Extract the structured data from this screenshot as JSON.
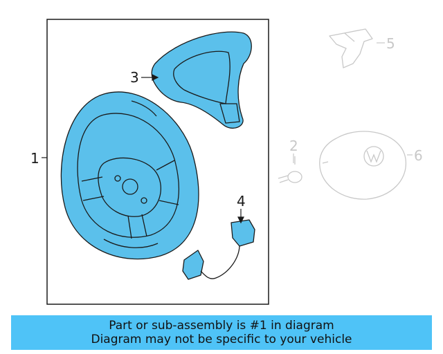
{
  "colors": {
    "highlight_fill": "#5bc0eb",
    "outline": "#1a1a1a",
    "faded": "#c8c8c8",
    "banner": "#4fc3f7"
  },
  "callouts": {
    "c1": "1",
    "c2": "2",
    "c3": "3",
    "c4": "4",
    "c5": "5",
    "c6": "6"
  },
  "banner": {
    "line1": "Part or sub-assembly is #1 in diagram",
    "line2": "Diagram may not be specific to your vehicle"
  }
}
